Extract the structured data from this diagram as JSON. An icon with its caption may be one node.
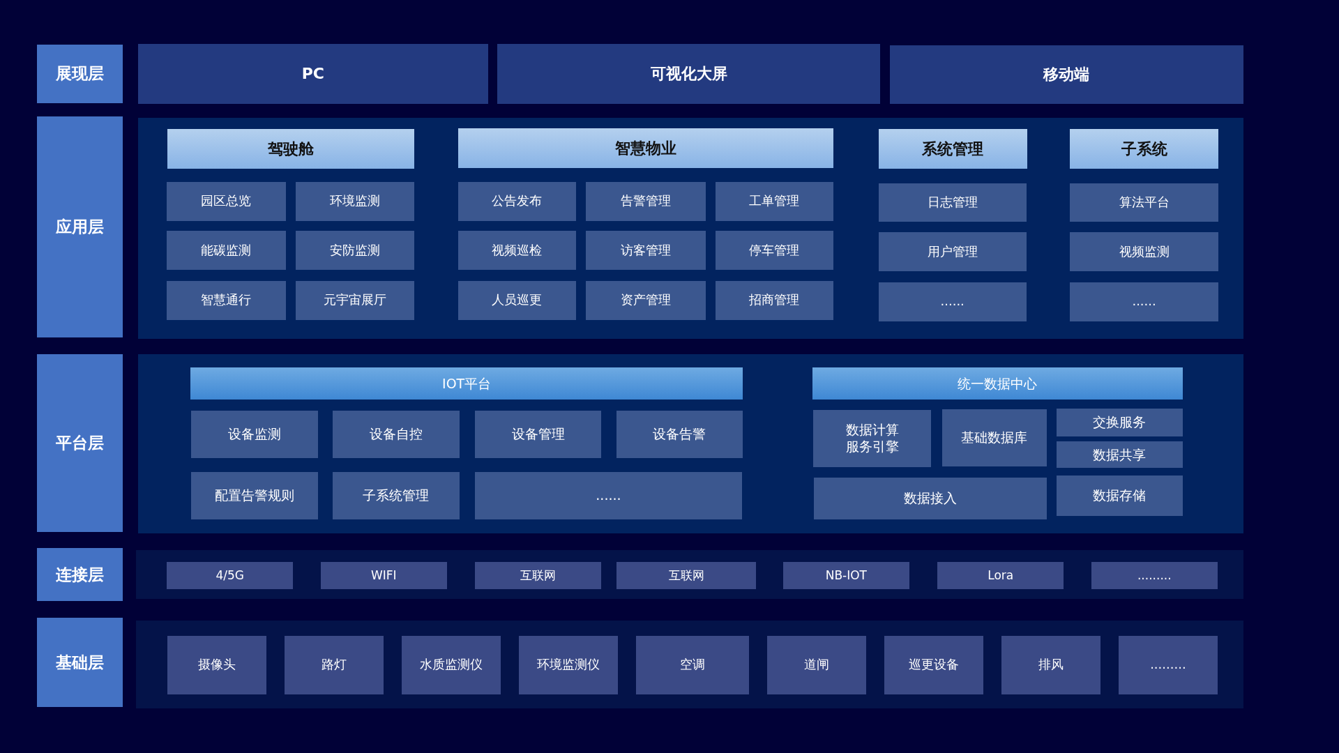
{
  "diagram": {
    "nodes": [
      {
        "text": [
          "展现层"
        ]
      },
      {
        "text": [
          "PC"
        ]
      },
      {
        "text": [
          "可视化大屏"
        ]
      },
      {
        "text": [
          "移动端"
        ]
      },
      {
        "text": [
          "应用层"
        ]
      },
      {
        "text": [],
        "shape": "box"
      },
      {
        "text": [
          "驾驶舱"
        ],
        "in": 5
      },
      {
        "text": [
          "智慧物业"
        ],
        "in": 5
      },
      {
        "text": [
          "系统管理"
        ],
        "in": 5
      },
      {
        "text": [
          "子系统"
        ],
        "in": 5
      },
      {
        "text": [
          "园区总览"
        ],
        "in": 5
      },
      {
        "text": [
          "环境监测"
        ],
        "in": 5
      },
      {
        "text": [
          "公告发布"
        ],
        "in": 5
      },
      {
        "text": [
          "告警管理"
        ],
        "in": 5
      },
      {
        "text": [
          "工单管理"
        ],
        "in": 5
      },
      {
        "text": [
          "日志管理"
        ],
        "in": 5
      },
      {
        "text": [
          "算法平台"
        ],
        "in": 5
      },
      {
        "text": [
          "能碳监测"
        ],
        "in": 5
      },
      {
        "text": [
          "安防监测"
        ],
        "in": 5
      },
      {
        "text": [
          "视频巡检"
        ],
        "in": 5
      },
      {
        "text": [
          "访客管理"
        ],
        "in": 5
      },
      {
        "text": [
          "停车管理"
        ],
        "in": 5
      },
      {
        "text": [
          "用户管理"
        ],
        "in": 5
      },
      {
        "text": [
          "视频监测"
        ],
        "in": 5
      },
      {
        "text": [
          "智慧通行"
        ],
        "in": 5
      },
      {
        "text": [
          "元宇宙展厅"
        ],
        "in": 5
      },
      {
        "text": [
          "人员巡更"
        ],
        "in": 5
      },
      {
        "text": [
          "资产管理"
        ],
        "in": 5
      },
      {
        "text": [
          "招商管理"
        ],
        "in": 5
      },
      {
        "text": [
          "......"
        ],
        "in": 5
      },
      {
        "text": [
          "......"
        ],
        "in": 5
      },
      {
        "text": [
          "平台层"
        ]
      },
      {
        "text": [],
        "shape": "box"
      },
      {
        "text": [
          "IOT平台"
        ],
        "in": 32
      },
      {
        "text": [
          "统一数据中心"
        ],
        "in": 32
      },
      {
        "text": [
          "设备监测"
        ],
        "in": 32
      },
      {
        "text": [
          "设备自控"
        ],
        "in": 32
      },
      {
        "text": [
          "设备管理"
        ],
        "in": 32
      },
      {
        "text": [
          "设备告警"
        ],
        "in": 32
      },
      {
        "text": [
          "数据计算服务引擎"
        ],
        "in": 32
      },
      {
        "text": [
          "基础数据库"
        ],
        "in": 32
      },
      {
        "text": [
          "交换服务"
        ],
        "in": 32
      },
      {
        "text": [
          "数据共享"
        ],
        "in": 32
      },
      {
        "text": [
          "配置告警规则"
        ],
        "in": 32
      },
      {
        "text": [
          "子系统管理"
        ],
        "in": 32
      },
      {
        "text": [
          "......"
        ],
        "in": 32
      },
      {
        "text": [
          "数据接入"
        ],
        "in": 32
      },
      {
        "text": [
          "数据存储"
        ],
        "in": 32
      },
      {
        "text": [
          "连接层"
        ]
      },
      {
        "text": [],
        "shape": "box"
      },
      {
        "text": [
          "4/5G"
        ],
        "in": 49
      },
      {
        "text": [
          "WIFI"
        ],
        "in": 49
      },
      {
        "text": [
          "互联网"
        ],
        "in": 49
      },
      {
        "text": [
          "互联网"
        ],
        "in": 49
      },
      {
        "text": [
          "NB-IOT"
        ],
        "in": 49
      },
      {
        "text": [
          "Lora"
        ],
        "in": 49
      },
      {
        "text": [
          "........."
        ],
        "in": 49
      },
      {
        "text": [
          "基础层"
        ]
      },
      {
        "text": [],
        "shape": "box"
      },
      {
        "text": [
          "摄像头"
        ],
        "in": 58
      },
      {
        "text": [
          "路灯"
        ],
        "in": 58
      },
      {
        "text": [
          "水质监测仪"
        ],
        "in": 58
      },
      {
        "text": [
          "环境监测仪"
        ],
        "in": 58
      },
      {
        "text": [
          "空调"
        ],
        "in": 58
      },
      {
        "text": [
          "道闸"
        ],
        "in": 58
      },
      {
        "text": [
          "巡更设备"
        ],
        "in": 58
      },
      {
        "text": [
          "排风"
        ],
        "in": 58
      },
      {
        "text": [
          "........."
        ],
        "in": 58
      }
    ]
  }
}
